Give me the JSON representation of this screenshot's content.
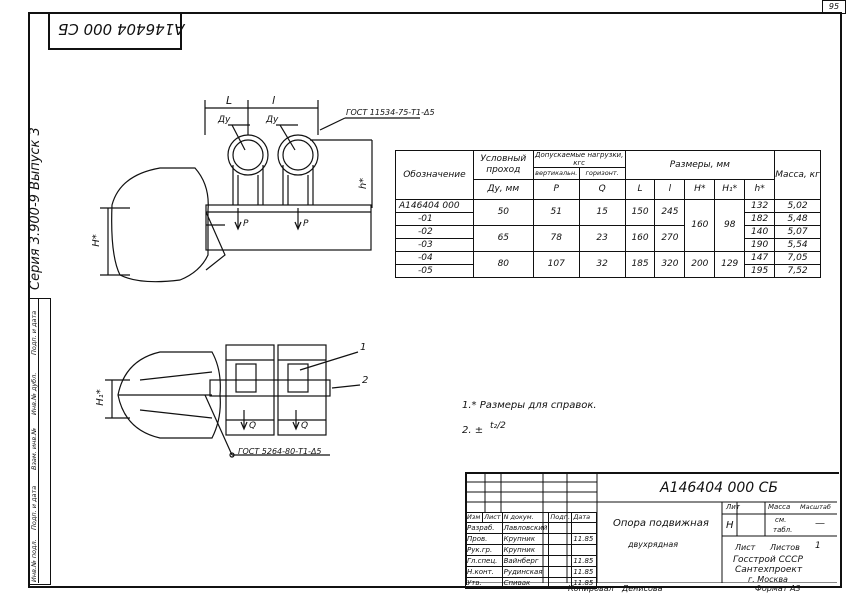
{
  "page_number": "95",
  "top_stamp": "А146404 000 СБ",
  "series": "Серия 3.900-9  Выпуск 3",
  "side_stamp": [
    "Инв.№ подл.",
    "Подп. и дата",
    "Взам. инв.№",
    "Инв.№ дубл.",
    "Подп. и дата"
  ],
  "drawing": {
    "dim_L": "L",
    "dim_l": "l",
    "Dy_left": "Ду",
    "Dy_right": "Ду",
    "gost_top": "ГОСТ 11534-75-Т1-Δ5",
    "h_star": "h*",
    "H_star": "H*",
    "P_left": "P",
    "P_right": "P",
    "H1_star": "H₁*",
    "Q_left": "Q",
    "Q_right": "Q",
    "callout_1": "1",
    "callout_2": "2",
    "gost_bottom": "ГОСТ 5264-80-Т1-Δ5"
  },
  "spec_table": {
    "col_designation": "Обозначение",
    "col_bore": "Условный проход",
    "col_bore_unit": "Ду, мм",
    "col_loads": "Допускаемые нагрузки, кгс",
    "col_vertical": "вертикальн.",
    "col_horizontal": "горизонт.",
    "col_P": "P",
    "col_Q": "Q",
    "col_sizes": "Размеры, мм",
    "col_L": "L",
    "col_l": "l",
    "col_H": "H*",
    "col_H1": "H₁*",
    "col_h": "h*",
    "col_mass": "Масса, кг",
    "rows": [
      {
        "designation": "А146404 000",
        "h": "132",
        "mass": "5,02"
      },
      {
        "designation": "-01",
        "h": "182",
        "mass": "5,48"
      },
      {
        "designation": "-02",
        "h": "140",
        "mass": "5,07"
      },
      {
        "designation": "-03",
        "h": "190",
        "mass": "5,54"
      },
      {
        "designation": "-04",
        "h": "147",
        "mass": "7,05"
      },
      {
        "designation": "-05",
        "h": "195",
        "mass": "7,52"
      }
    ],
    "groups": [
      {
        "bore": "50",
        "P": "51",
        "Q": "15",
        "L": "150",
        "l": "245"
      },
      {
        "bore": "65",
        "P": "78",
        "Q": "23",
        "L": "160",
        "l": "270"
      },
      {
        "bore": "80",
        "P": "107",
        "Q": "32",
        "L": "185",
        "l": "320"
      }
    ],
    "H_groups": [
      "160",
      "200"
    ],
    "H1_groups": [
      "98",
      "129"
    ]
  },
  "notes": {
    "note_1": "1.* Размеры для справок.",
    "note_2": "2. ±",
    "note_2_frac": "t₂/2"
  },
  "title_block": {
    "doc_number": "А146404 000 СБ",
    "title_1": "Опора подвижная",
    "title_2": "двухрядная",
    "lit": "Лит",
    "massa": "Масса",
    "masshtab": "Масштаб",
    "lit_val": "Н",
    "mass_val_1": "см.",
    "mass_val_2": "табл.",
    "scale_val": "—",
    "list": "Лист",
    "listov": "Листов",
    "listov_val": "1",
    "org_1": "Госстрой СССР",
    "org_2": "Сантехпроект",
    "org_3": "г. Москва",
    "hdr": [
      "Изм",
      "Лист",
      "N докум.",
      "Подп.",
      "Дата"
    ],
    "roles": [
      {
        "role": "Разраб.",
        "name": "Лавловский",
        "date": ""
      },
      {
        "role": "Пров.",
        "name": "Крупник",
        "date": "11.85"
      },
      {
        "role": "Рук.гр.",
        "name": "Крупник",
        "date": ""
      },
      {
        "role": "Гл.спец.",
        "name": "Вайнберг",
        "date": "11.85"
      },
      {
        "role": "Н.конт.",
        "name": "Рудинская",
        "date": "11.85"
      },
      {
        "role": "Утв.",
        "name": "Спивак",
        "date": "11.85"
      }
    ]
  },
  "footer": {
    "copied": "Копировал",
    "copier": "Денисова",
    "format": "Формат А3"
  }
}
